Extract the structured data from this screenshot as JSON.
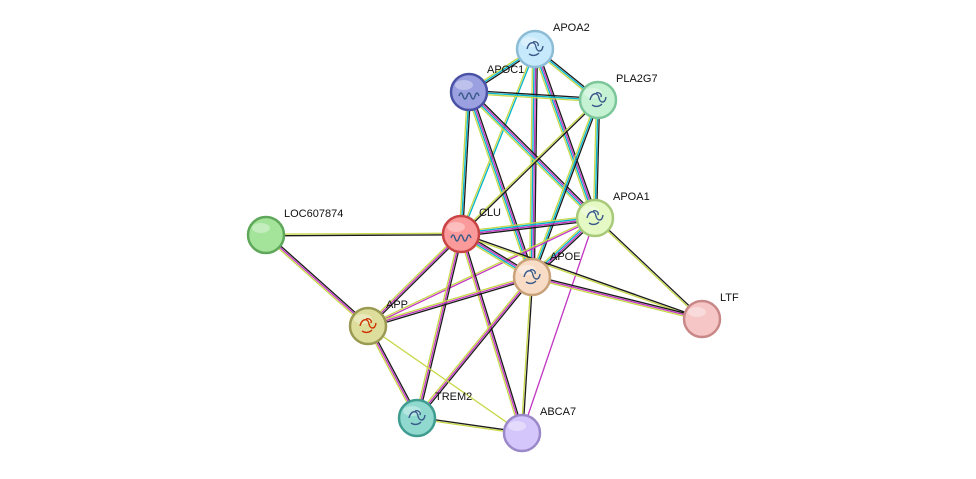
{
  "network": {
    "nodes": [
      {
        "id": "APOA2",
        "label": "APOA2",
        "fill": "#c6e9fb",
        "stroke": "#8cbcd6",
        "icon": "protein-structure-icon"
      },
      {
        "id": "APOC1",
        "label": "APOC1",
        "fill": "#9aa0e0",
        "stroke": "#4a52a6",
        "icon": "helix-structure-icon"
      },
      {
        "id": "PLA2G7",
        "label": "PLA2G7",
        "fill": "#c4f2d3",
        "stroke": "#7cc79a",
        "icon": "protein-structure-icon"
      },
      {
        "id": "APOA1",
        "label": "APOA1",
        "fill": "#e4f9c4",
        "stroke": "#a9c97a",
        "icon": "protein-structure-icon"
      },
      {
        "id": "LOC607874",
        "label": "LOC607874",
        "fill": "#a3e39a",
        "stroke": "#5fa75a",
        "icon": ""
      },
      {
        "id": "CLU",
        "label": "CLU",
        "fill": "#fb9a9a",
        "stroke": "#c84444",
        "icon": "helix-structure-icon"
      },
      {
        "id": "APOE",
        "label": "APOE",
        "fill": "#f8dcc6",
        "stroke": "#c9a27a",
        "icon": "protein-structure-icon"
      },
      {
        "id": "LTF",
        "label": "LTF",
        "fill": "#f6c6c6",
        "stroke": "#c98888",
        "icon": ""
      },
      {
        "id": "APP",
        "label": "APP",
        "fill": "#dede9c",
        "stroke": "#9a9a52",
        "icon": "protein-structure-icon"
      },
      {
        "id": "TREM2",
        "label": "TREM2",
        "fill": "#8fd9cf",
        "stroke": "#3f9c90",
        "icon": "protein-structure-icon"
      },
      {
        "id": "ABCA7",
        "label": "ABCA7",
        "fill": "#d4c6fb",
        "stroke": "#9a88c9",
        "icon": ""
      }
    ],
    "edges": [
      {
        "source": "APOA2",
        "target": "APOC1",
        "colors": [
          "#1a1a1a",
          "#00b4cc",
          "#c8d84a"
        ]
      },
      {
        "source": "APOA2",
        "target": "PLA2G7",
        "colors": [
          "#1a1a1a",
          "#00b4cc",
          "#c8d84a"
        ]
      },
      {
        "source": "APOA2",
        "target": "APOA1",
        "colors": [
          "#1a1a1a",
          "#c233c2",
          "#00b4cc",
          "#c8d84a"
        ]
      },
      {
        "source": "APOA2",
        "target": "APOE",
        "colors": [
          "#1a1a1a",
          "#c233c2",
          "#00b4cc",
          "#c8d84a"
        ]
      },
      {
        "source": "APOA2",
        "target": "CLU",
        "colors": [
          "#00b4cc",
          "#c8d84a"
        ]
      },
      {
        "source": "APOC1",
        "target": "PLA2G7",
        "colors": [
          "#1a1a1a",
          "#00b4cc",
          "#c8d84a"
        ]
      },
      {
        "source": "APOC1",
        "target": "APOA1",
        "colors": [
          "#1a1a1a",
          "#c233c2",
          "#00b4cc",
          "#c8d84a"
        ]
      },
      {
        "source": "APOC1",
        "target": "APOE",
        "colors": [
          "#1a1a1a",
          "#c233c2",
          "#00b4cc",
          "#c8d84a"
        ]
      },
      {
        "source": "APOC1",
        "target": "CLU",
        "colors": [
          "#1a1a1a",
          "#00b4cc",
          "#c8d84a"
        ]
      },
      {
        "source": "PLA2G7",
        "target": "APOA1",
        "colors": [
          "#1a1a1a",
          "#00b4cc",
          "#c8d84a"
        ]
      },
      {
        "source": "PLA2G7",
        "target": "APOE",
        "colors": [
          "#1a1a1a",
          "#00b4cc",
          "#c8d84a"
        ]
      },
      {
        "source": "PLA2G7",
        "target": "CLU",
        "colors": [
          "#1a1a1a",
          "#c8d84a"
        ]
      },
      {
        "source": "APOA1",
        "target": "CLU",
        "colors": [
          "#1a1a1a",
          "#c233c2",
          "#00b4cc",
          "#c8d84a"
        ]
      },
      {
        "source": "APOA1",
        "target": "APOE",
        "colors": [
          "#1a1a1a",
          "#c233c2",
          "#00b4cc",
          "#c8d84a"
        ]
      },
      {
        "source": "APOA1",
        "target": "LTF",
        "colors": [
          "#1a1a1a",
          "#c8d84a"
        ]
      },
      {
        "source": "APOA1",
        "target": "APP",
        "colors": [
          "#c233c2",
          "#c8d84a"
        ]
      },
      {
        "source": "APOA1",
        "target": "ABCA7",
        "colors": [
          "#c233c2"
        ]
      },
      {
        "source": "CLU",
        "target": "APOE",
        "colors": [
          "#1a1a1a",
          "#c233c2",
          "#00b4cc",
          "#c8d84a"
        ]
      },
      {
        "source": "CLU",
        "target": "LOC607874",
        "colors": [
          "#1a1a1a",
          "#c8d84a"
        ]
      },
      {
        "source": "CLU",
        "target": "APP",
        "colors": [
          "#1a1a1a",
          "#c233c2",
          "#c8d84a"
        ]
      },
      {
        "source": "CLU",
        "target": "TREM2",
        "colors": [
          "#1a1a1a",
          "#c233c2",
          "#c8d84a"
        ]
      },
      {
        "source": "CLU",
        "target": "ABCA7",
        "colors": [
          "#1a1a1a",
          "#c233c2",
          "#c8d84a"
        ]
      },
      {
        "source": "CLU",
        "target": "LTF",
        "colors": [
          "#1a1a1a",
          "#c8d84a"
        ]
      },
      {
        "source": "APOE",
        "target": "LTF",
        "colors": [
          "#1a1a1a",
          "#c233c2",
          "#c8d84a"
        ]
      },
      {
        "source": "APOE",
        "target": "APP",
        "colors": [
          "#1a1a1a",
          "#c233c2",
          "#c8d84a"
        ]
      },
      {
        "source": "APOE",
        "target": "TREM2",
        "colors": [
          "#1a1a1a",
          "#c233c2",
          "#c8d84a"
        ]
      },
      {
        "source": "APOE",
        "target": "ABCA7",
        "colors": [
          "#1a1a1a",
          "#c8d84a"
        ]
      },
      {
        "source": "LOC607874",
        "target": "APP",
        "colors": [
          "#1a1a1a",
          "#c233c2",
          "#c8d84a"
        ]
      },
      {
        "source": "APP",
        "target": "TREM2",
        "colors": [
          "#1a1a1a",
          "#c233c2",
          "#c8d84a"
        ]
      },
      {
        "source": "APP",
        "target": "ABCA7",
        "colors": [
          "#c8d84a"
        ]
      },
      {
        "source": "TREM2",
        "target": "ABCA7",
        "colors": [
          "#1a1a1a",
          "#c8d84a"
        ]
      }
    ]
  }
}
